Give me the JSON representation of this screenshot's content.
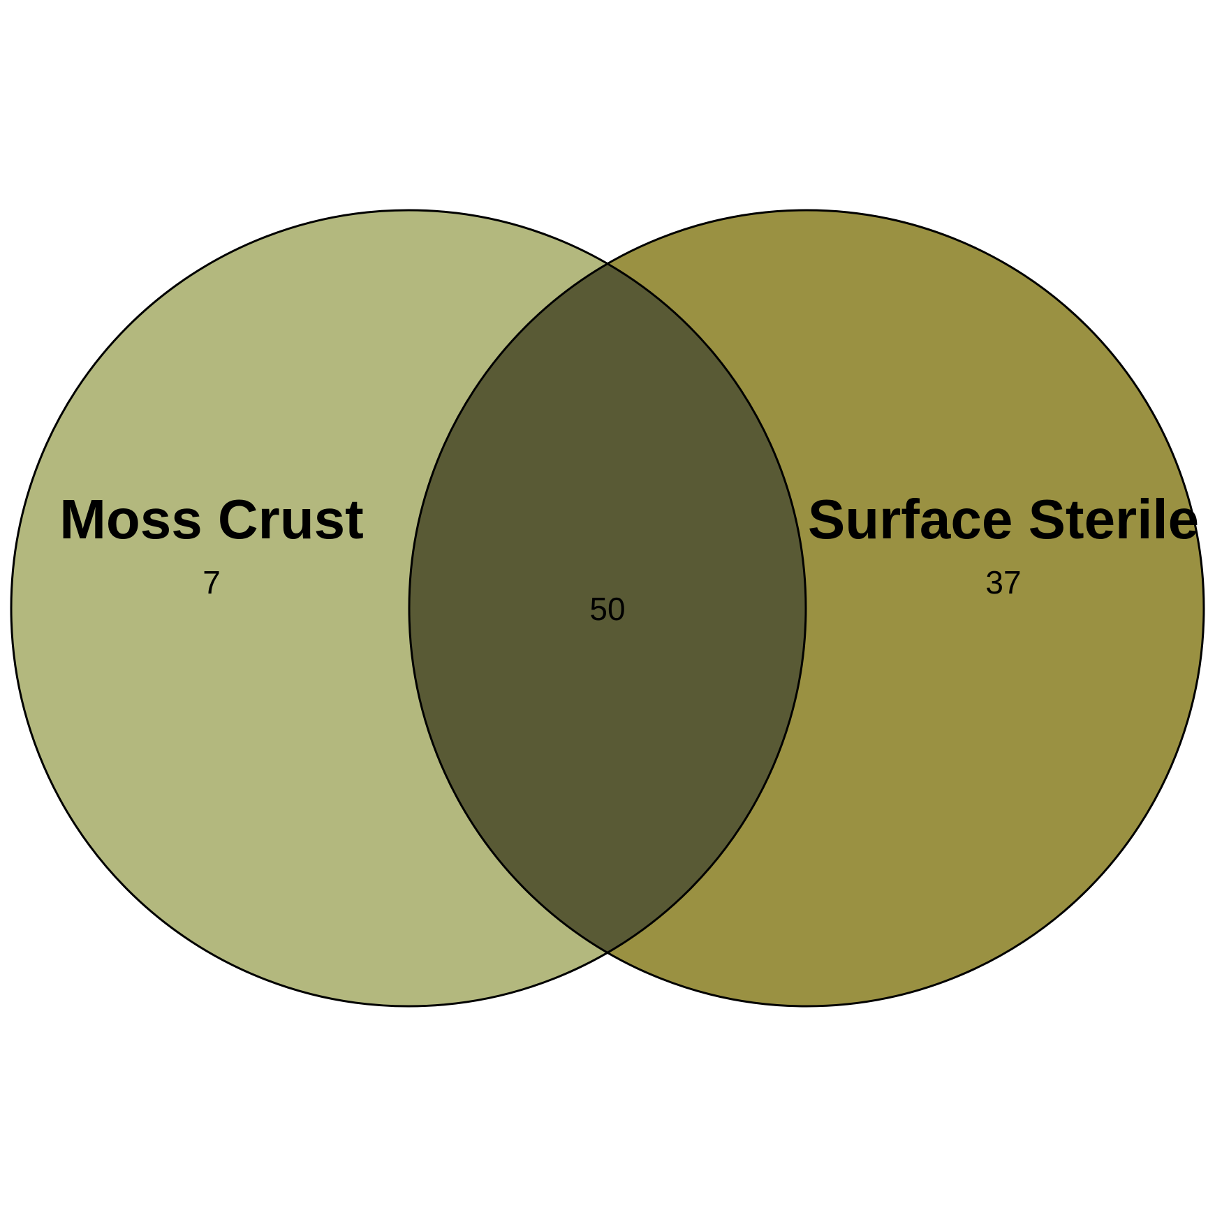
{
  "sets": [
    {
      "name": "Moss Crust",
      "only_count": "7",
      "color": "#b3b87e"
    },
    {
      "name": "Surface Sterile",
      "only_count": "37",
      "color": "#9a9142"
    }
  ],
  "intersection": {
    "count": "50",
    "color": "#595a35"
  },
  "outline_color": "#000000"
}
